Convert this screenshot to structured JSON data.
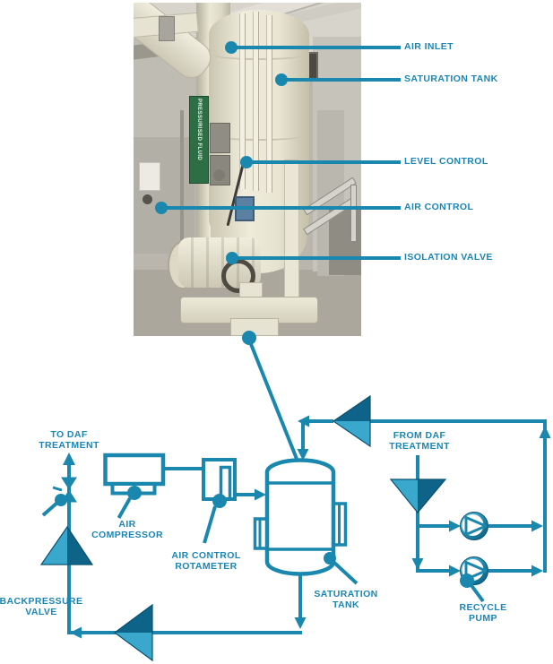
{
  "colors": {
    "accent_line": "#1a88ae",
    "accent_text": "#1b86b5",
    "triangle_light": "#3aa8cd",
    "triangle_dark": "#0e6488"
  },
  "photo": {
    "sign_text": "PRESSURISED FLUID"
  },
  "callouts": [
    {
      "label": "AIR INLET"
    },
    {
      "label": "SATURATION TANK"
    },
    {
      "label": "LEVEL CONTROL"
    },
    {
      "label": "AIR CONTROL"
    },
    {
      "label": "ISOLATION VALVE"
    }
  ],
  "diagram": {
    "to_daf_label": "TO DAF\nTREATMENT",
    "air_compressor_label": "AIR\nCOMPRESSOR",
    "air_control_rotameter_label": "AIR CONTROL\nROTAMETER",
    "saturation_tank_label": "SATURATION\nTANK",
    "from_daf_label": "FROM DAF\nTREATMENT",
    "recycle_pump_label": "RECYCLE\nPUMP",
    "backpressure_valve_label": "BACKPRESSURE\nVALVE"
  }
}
